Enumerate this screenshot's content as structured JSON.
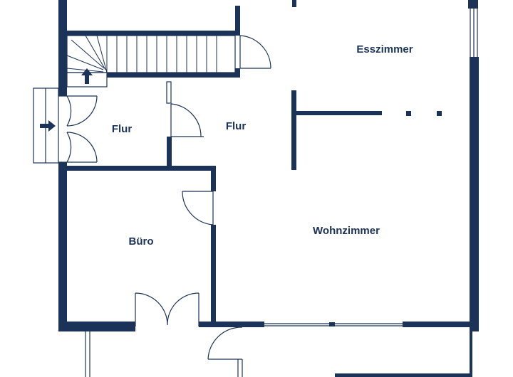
{
  "floorplan": {
    "rooms": [
      {
        "id": "esszimmer",
        "label": "Esszimmer"
      },
      {
        "id": "flur-1",
        "label": "Flur"
      },
      {
        "id": "flur-2",
        "label": "Flur"
      },
      {
        "id": "buero",
        "label": "Büro"
      },
      {
        "id": "wohnzimmer",
        "label": "Wohnzimmer"
      }
    ],
    "colors": {
      "wall": "#1c3359",
      "background": "#ffffff"
    },
    "icons": [
      "entrance-arrow-icon",
      "stair-up-arrow-icon"
    ]
  }
}
